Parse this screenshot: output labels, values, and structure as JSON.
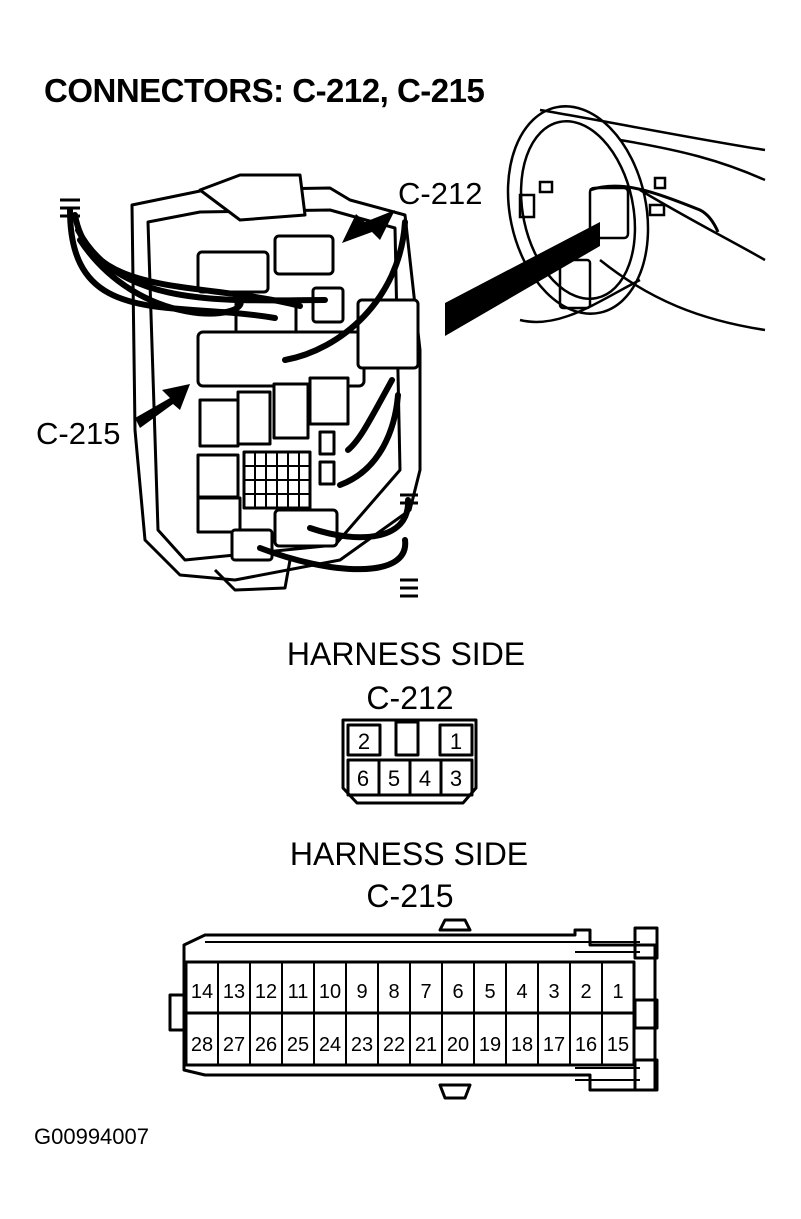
{
  "title": "CONNECTORS: C-212, C-215",
  "callouts": {
    "c212": "C-212",
    "c215": "C-215"
  },
  "section_c212": {
    "heading": "HARNESS SIDE",
    "name": "C-212",
    "top_pins": [
      "2",
      "1"
    ],
    "bottom_pins": [
      "6",
      "5",
      "4",
      "3"
    ]
  },
  "section_c215": {
    "heading": "HARNESS SIDE",
    "name": "C-215",
    "top_pins": [
      "14",
      "13",
      "12",
      "11",
      "10",
      "9",
      "8",
      "7",
      "6",
      "5",
      "4",
      "3",
      "2",
      "1"
    ],
    "bottom_pins": [
      "28",
      "27",
      "26",
      "25",
      "24",
      "23",
      "22",
      "21",
      "20",
      "19",
      "18",
      "17",
      "16",
      "15"
    ]
  },
  "figure_code": "G00994007"
}
